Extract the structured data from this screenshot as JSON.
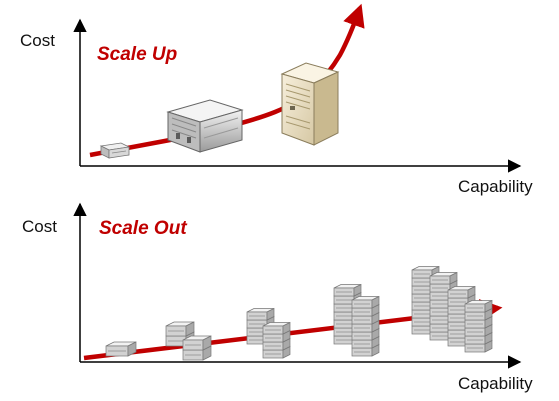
{
  "top_panel": {
    "ylabel": "Cost",
    "xlabel": "Capability",
    "title": "Scale Up"
  },
  "bottom_panel": {
    "ylabel": "Cost",
    "xlabel": "Capability",
    "title": "Scale Out"
  },
  "colors": {
    "accent": "#c00000",
    "axis": "#000000",
    "server_light": "#dcdcdc",
    "server_dark": "#8c8c8c",
    "tower_beige": "#ede2c6"
  },
  "icons": [
    "small-server-icon",
    "rack-server-icon",
    "tower-server-icon",
    "server-cluster-icon"
  ]
}
